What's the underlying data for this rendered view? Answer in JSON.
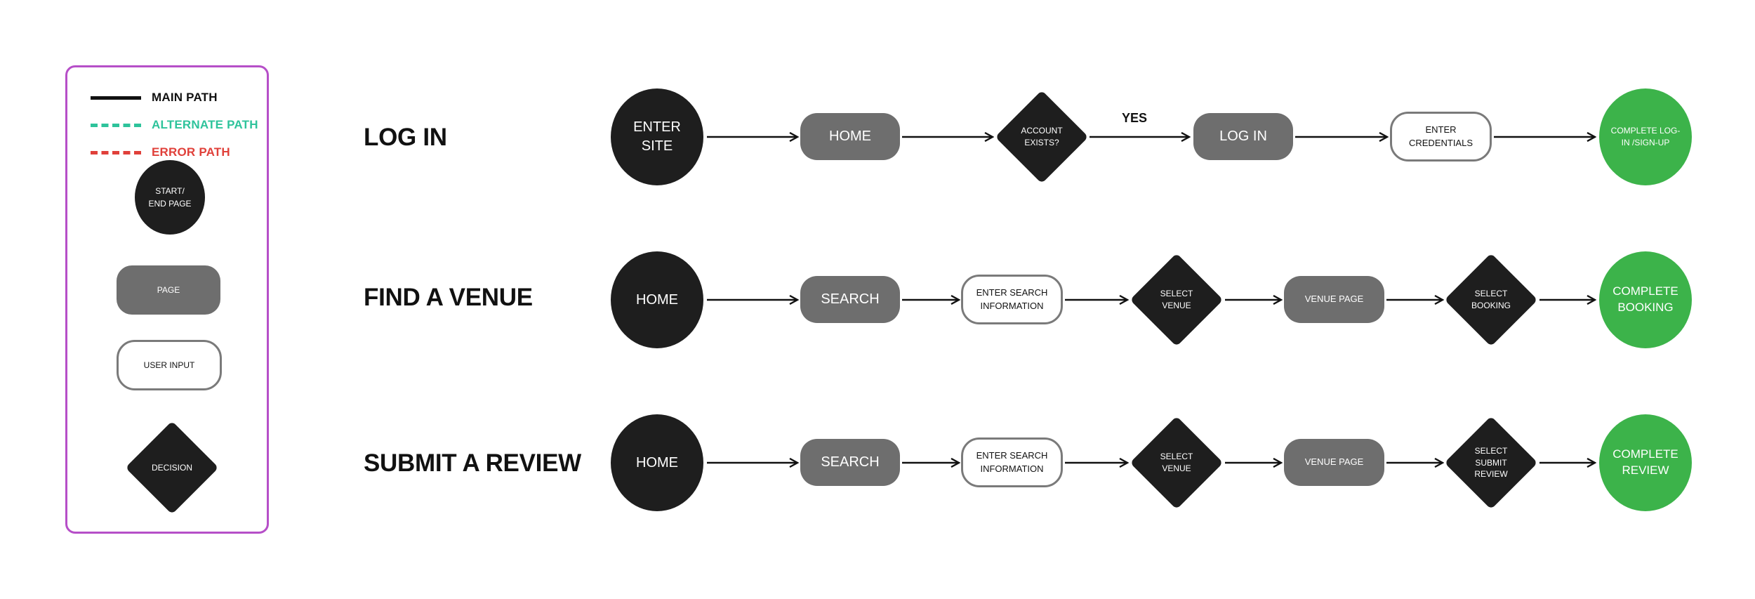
{
  "legend": {
    "main_path": "MAIN PATH",
    "alternate_path": "ALTERNATE PATH",
    "error_path": "ERROR PATH",
    "start_end": "START/\nEND PAGE",
    "page": "PAGE",
    "user_input": "USER INPUT",
    "decision": "DECISION",
    "colors": {
      "border": "#b64fc8",
      "main": "#111111",
      "alternate": "#2ec39b",
      "error": "#e0403a"
    }
  },
  "flows": {
    "login": {
      "title": "LOG IN",
      "enter_site": "ENTER\nSITE",
      "home": "HOME",
      "account_exists": "ACCOUNT\nEXISTS?",
      "yes": "YES",
      "log_in": "LOG IN",
      "enter_credentials": "ENTER CREDENTIALS",
      "complete": "COMPLETE LOG-\nIN /SIGN-UP"
    },
    "find_venue": {
      "title": "FIND A VENUE",
      "home": "HOME",
      "search": "SEARCH",
      "enter_search": "ENTER SEARCH\nINFORMATION",
      "select_venue": "SELECT\nVENUE",
      "venue_page": "VENUE PAGE",
      "select_booking": "SELECT\nBOOKING",
      "complete": "COMPLETE\nBOOKING"
    },
    "submit_review": {
      "title": "SUBMIT A REVIEW",
      "home": "HOME",
      "search": "SEARCH",
      "enter_search": "ENTER SEARCH\nINFORMATION",
      "select_venue": "SELECT\nVENUE",
      "venue_page": "VENUE PAGE",
      "select_review": "SELECT\nSUBMIT\nREVIEW",
      "complete": "COMPLETE\nREVIEW"
    }
  }
}
